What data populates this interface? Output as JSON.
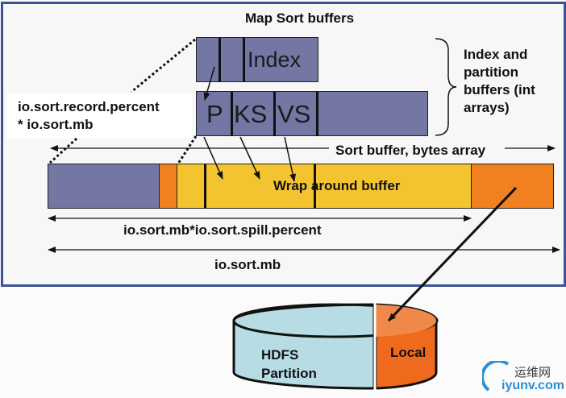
{
  "title": "Map Sort buffers",
  "index_buffer": {
    "label": "Index"
  },
  "kv_buffer": {
    "labels": [
      "P",
      "KS",
      "VS"
    ]
  },
  "brace_label": "Index and partition buffers (int arrays)",
  "brace_lines": [
    "Index and",
    "partition",
    "buffers (int",
    "arrays)"
  ],
  "record_percent_label": [
    "io.sort.record.percent",
    "* io.sort.mb"
  ],
  "sort_buffer_label": "Sort buffer, bytes array",
  "wrap_label": "Wrap around buffer",
  "spill_label": "io.sort.mb*io.sort.spill.percent",
  "mb_label": "io.sort.mb",
  "disk": {
    "left_label": [
      "HDFS",
      "Partition"
    ],
    "right_label": "Local"
  },
  "watermark": {
    "cn": "运维网",
    "en": "iyunv.com"
  },
  "colors": {
    "frame": "#3c5496",
    "purple": "#7476a3",
    "yellow": "#f4c430",
    "orange": "#f08020",
    "disk_blue": "#b8dce4",
    "disk_orange": "#f06a1e"
  }
}
